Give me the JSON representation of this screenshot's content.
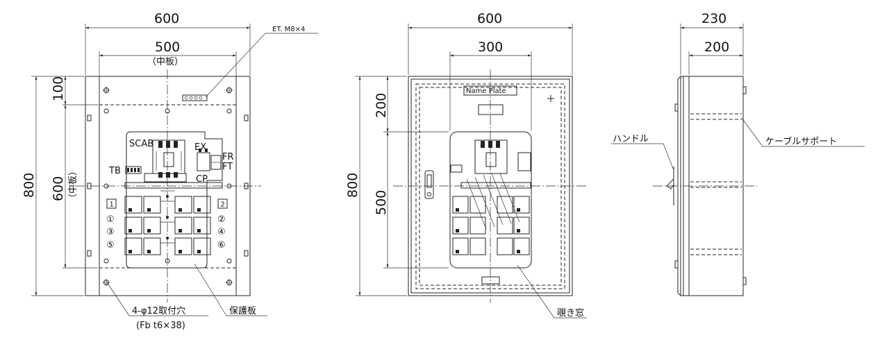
{
  "front": {
    "dim_width_total": "600",
    "dim_width_plate": "500",
    "dim_width_plate_note": "（中板）",
    "dim_height_total": "800",
    "dim_height_plate": "600",
    "dim_height_plate_note": "（中板）",
    "dim_top_offset": "100",
    "et_label": "ET. M8×4",
    "scab": "SCAB",
    "ex": "EX",
    "fr": "FR",
    "ft": "FT",
    "cp": "CP",
    "tb": "TB",
    "box1": "1",
    "box2": "2",
    "circ1": "①",
    "circ2": "②",
    "circ3": "③",
    "circ4": "④",
    "circ5": "⑤",
    "circ6": "⑥",
    "mount_holes": "4-φ12取付穴",
    "mount_holes_sub": "(Fb  t6×38)",
    "protect_plate": "保護板"
  },
  "door": {
    "dim_width_total": "600",
    "dim_width_window": "300",
    "dim_height_total": "800",
    "dim_top": "200",
    "dim_window": "500",
    "name_plate": "Name Plate",
    "window": "覗き窓"
  },
  "side": {
    "dim_depth_total": "230",
    "dim_depth_body": "200",
    "handle": "ハンドル",
    "cable_support": "ケーブルサポート"
  }
}
